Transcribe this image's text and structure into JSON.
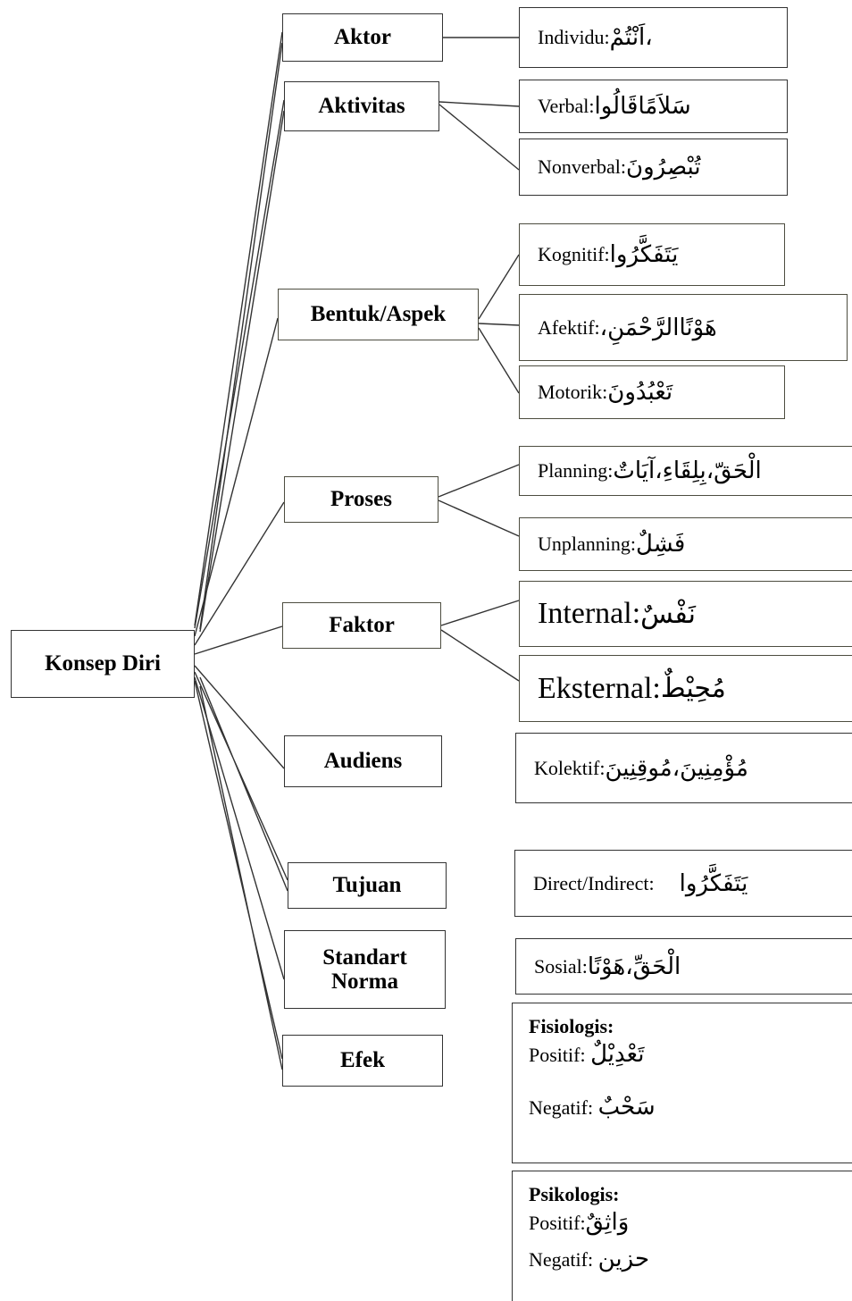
{
  "root": {
    "label": "Konsep Diri"
  },
  "branches": [
    {
      "label": "Aktor",
      "items": [
        {
          "label": "Individu:",
          "arabic": "اَنْتُمْ،"
        }
      ]
    },
    {
      "label": "Aktivitas",
      "items": [
        {
          "label": "Verbal:",
          "arabic": "سَلاَمًاقَالُوا"
        },
        {
          "label": "Nonverbal:",
          "arabic": "تُبْصِرُونَ"
        }
      ]
    },
    {
      "label": "Bentuk/Aspek",
      "items": [
        {
          "label": "Kognitif: ",
          "arabic": "يَتَفَكَّرُوا"
        },
        {
          "label": "Afektif:",
          "arabic": "،هَوْنًاالرَّحْمَنِ"
        },
        {
          "label": "Motorik: ",
          "arabic": "تَعْبُدُونَ"
        }
      ]
    },
    {
      "label": "Proses",
      "items": [
        {
          "label": "Planning: ",
          "arabic": "الْحَقّ،بِلِقَاءِ،آيَاتٌ"
        },
        {
          "label": "Unplanning: ",
          "arabic": "فَشِلٌ"
        }
      ]
    },
    {
      "label": "Faktor",
      "items": [
        {
          "label": "Internal: ",
          "arabic": "نَفْسٌ"
        },
        {
          "label": "Eksternal: ",
          "arabic": "مُحِيْطٌ"
        }
      ]
    },
    {
      "label": "Audiens",
      "items": [
        {
          "label": "Kolektif: ",
          "arabic": "مُؤْمِنِينَ،مُوقِنِينَ"
        }
      ]
    },
    {
      "label": "Tujuan",
      "items": [
        {
          "label": "Direct/Indirect:",
          "arabic": "يَتَفَكَّرُوا"
        }
      ]
    },
    {
      "label": "Standart Norma",
      "items": [
        {
          "label": "Sosial: ",
          "arabic": "الْحَقِّ،هَوْنًا"
        }
      ]
    },
    {
      "label": "Efek",
      "groups": [
        {
          "heading": "Fisiologis:",
          "positive_label": "Positif: ",
          "positive_arabic": "تَعْدِيْلٌ",
          "negative_label": "Negatif: ",
          "negative_arabic": "سَحْبٌ"
        },
        {
          "heading": "Psikologis:",
          "positive_label": "Positif:",
          "positive_arabic": "وَاثِقٌ",
          "negative_label": "Negatif: ",
          "negative_arabic": "حزين"
        }
      ]
    }
  ],
  "colors": {
    "line": "#333333",
    "box_border": "#333333",
    "box_border_olive": "#4d4d40",
    "background": "#ffffff"
  }
}
